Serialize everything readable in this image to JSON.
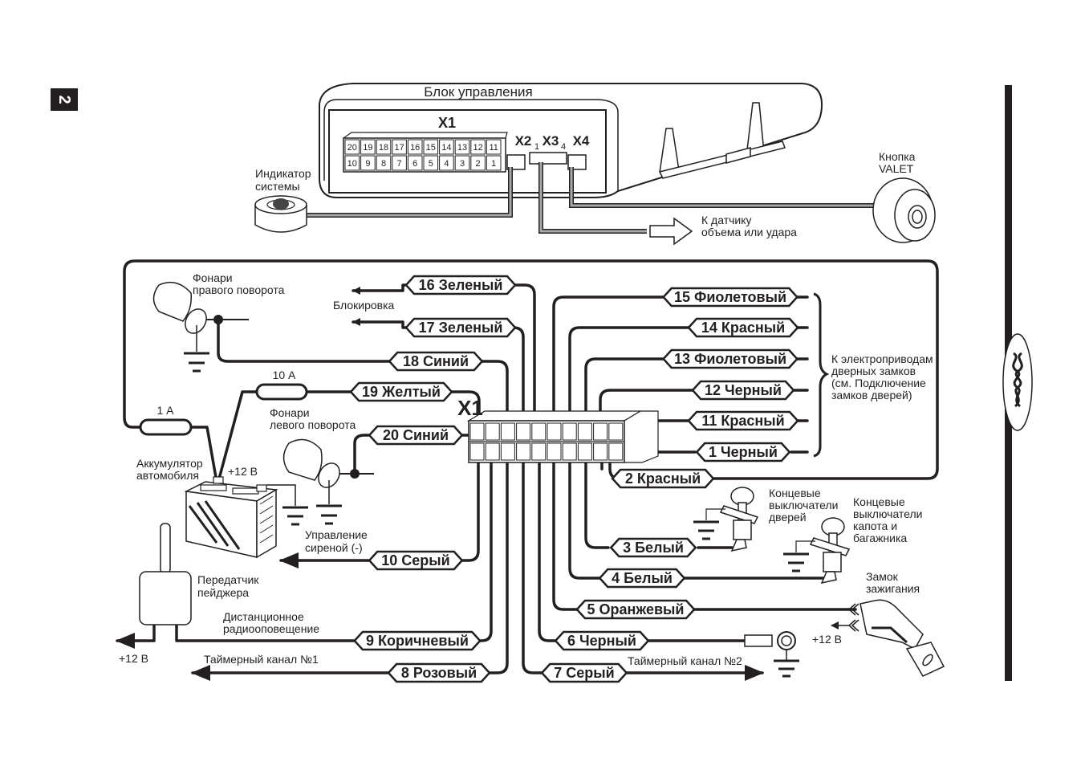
{
  "page_tab": "2",
  "control_unit": {
    "title": "Блок управления",
    "x1_label": "X1",
    "x2_label": "X2",
    "x2_sub": "1",
    "x3_label": "X3",
    "x3_sub": "4",
    "x4_label": "X4",
    "pins_top": [
      "20",
      "19",
      "18",
      "17",
      "16",
      "15",
      "14",
      "13",
      "12",
      "11"
    ],
    "pins_bottom": [
      "10",
      "9",
      "8",
      "7",
      "6",
      "5",
      "4",
      "3",
      "2",
      "1"
    ]
  },
  "peripherals": {
    "indicator": "Индикатор\nсистемы",
    "indicator_l1": "Индикатор",
    "indicator_l2": "системы",
    "valet_l1": "Кнопка",
    "valet_l2": "VALET",
    "sensor_l1": "К датчику",
    "sensor_l2": "объема или удара"
  },
  "connector_label": "X1",
  "wires": [
    {
      "id": "16",
      "label": "16 Зеленый"
    },
    {
      "id": "17",
      "label": "17 Зеленый"
    },
    {
      "id": "18",
      "label": "18 Синий"
    },
    {
      "id": "19",
      "label": "19 Желтый"
    },
    {
      "id": "20",
      "label": "20 Синий"
    },
    {
      "id": "10",
      "label": "10 Серый"
    },
    {
      "id": "9",
      "label": "9 Коричневый"
    },
    {
      "id": "8",
      "label": "8 Розовый"
    },
    {
      "id": "15",
      "label": "15 Фиолетовый"
    },
    {
      "id": "14",
      "label": "14 Красный"
    },
    {
      "id": "13",
      "label": "13 Фиолетовый"
    },
    {
      "id": "12",
      "label": "12 Черный"
    },
    {
      "id": "11",
      "label": "11 Красный"
    },
    {
      "id": "1",
      "label": "1 Черный"
    },
    {
      "id": "2",
      "label": "2 Красный"
    },
    {
      "id": "3",
      "label": "3 Белый"
    },
    {
      "id": "4",
      "label": "4 Белый"
    },
    {
      "id": "5",
      "label": "5 Оранжевый"
    },
    {
      "id": "6",
      "label": "6 Черный"
    },
    {
      "id": "7",
      "label": "7 Серый"
    }
  ],
  "annotations": {
    "right_turn_l1": "Фонари",
    "right_turn_l2": "правого поворота",
    "lock": "Блокировка",
    "fuse_10a": "10 А",
    "fuse_1a": "1 А",
    "left_turn_l1": "Фонари",
    "left_turn_l2": "левого поворота",
    "battery_l1": "Аккумулятор",
    "battery_l2": "автомобиля",
    "plus12_battery": "+12 В",
    "siren_l1": "Управление",
    "siren_l2": "сиреной (-)",
    "pager_l1": "Передатчик",
    "pager_l2": "пейджера",
    "radio_l1": "Дистанционное",
    "radio_l2": "радиооповещение",
    "plus12_pager": "+12 В",
    "timer1": "Таймерный канал №1",
    "timer2": "Таймерный канал №2",
    "doors_l1": "К электроприводам",
    "doors_l2": "дверных замков",
    "doors_l3": "(см. Подключение",
    "doors_l4": "замков дверей)",
    "door_sw_l1": "Концевые",
    "door_sw_l2": "выключатели",
    "door_sw_l3": "дверей",
    "hood_sw_l1": "Концевые",
    "hood_sw_l2": "выключатели",
    "hood_sw_l3": "капота и",
    "hood_sw_l4": "багажника",
    "ign_l1": "Замок",
    "ign_l2": "зажигания",
    "plus12_ign": "+12 В"
  }
}
